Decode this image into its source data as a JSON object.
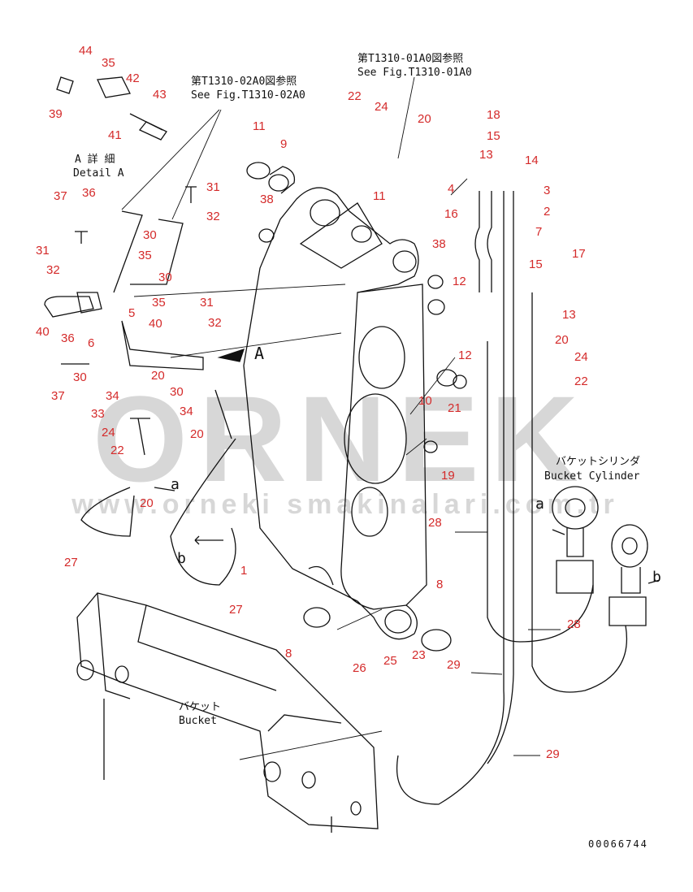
{
  "references": {
    "left_jp": "第T1310-02A0図参照",
    "left_en": "See Fig.T1310-02A0",
    "right_jp": "第T1310-01A0図参照",
    "right_en": "See Fig.T1310-01A0"
  },
  "detail": {
    "jp": "A 詳 細",
    "en": "Detail A"
  },
  "bucket": {
    "jp": "バケット",
    "en": "Bucket"
  },
  "bucket_cylinder": {
    "jp": "バケットシリンダ",
    "en": "Bucket Cylinder"
  },
  "section_marks": {
    "A": "A",
    "a_left": "a",
    "b_left": "b",
    "a_right": "a",
    "b_right": "b"
  },
  "drawing_number": "00066744",
  "watermark": {
    "logo": "ORNEK",
    "url": "www.orneki smakinalari.com.tr"
  },
  "part_labels": [
    "44",
    "35",
    "42",
    "43",
    "39",
    "41",
    "37",
    "36",
    "31",
    "32",
    "30",
    "31",
    "32",
    "35",
    "30",
    "40",
    "36",
    "6",
    "35",
    "5",
    "31",
    "32",
    "40",
    "37",
    "30",
    "34",
    "20",
    "30",
    "34",
    "33",
    "24",
    "22",
    "20",
    "20",
    "27",
    "27",
    "11",
    "9",
    "38",
    "11",
    "22",
    "24",
    "20",
    "18",
    "15",
    "13",
    "14",
    "3",
    "2",
    "7",
    "4",
    "16",
    "38",
    "12",
    "15",
    "17",
    "13",
    "20",
    "24",
    "22",
    "12",
    "10",
    "21",
    "19",
    "28",
    "8",
    "8",
    "23",
    "26",
    "25",
    "29",
    "28",
    "29",
    "1"
  ],
  "colors": {
    "label": "#d42a2a",
    "line": "#111111",
    "watermark": "#c9c9c9"
  }
}
